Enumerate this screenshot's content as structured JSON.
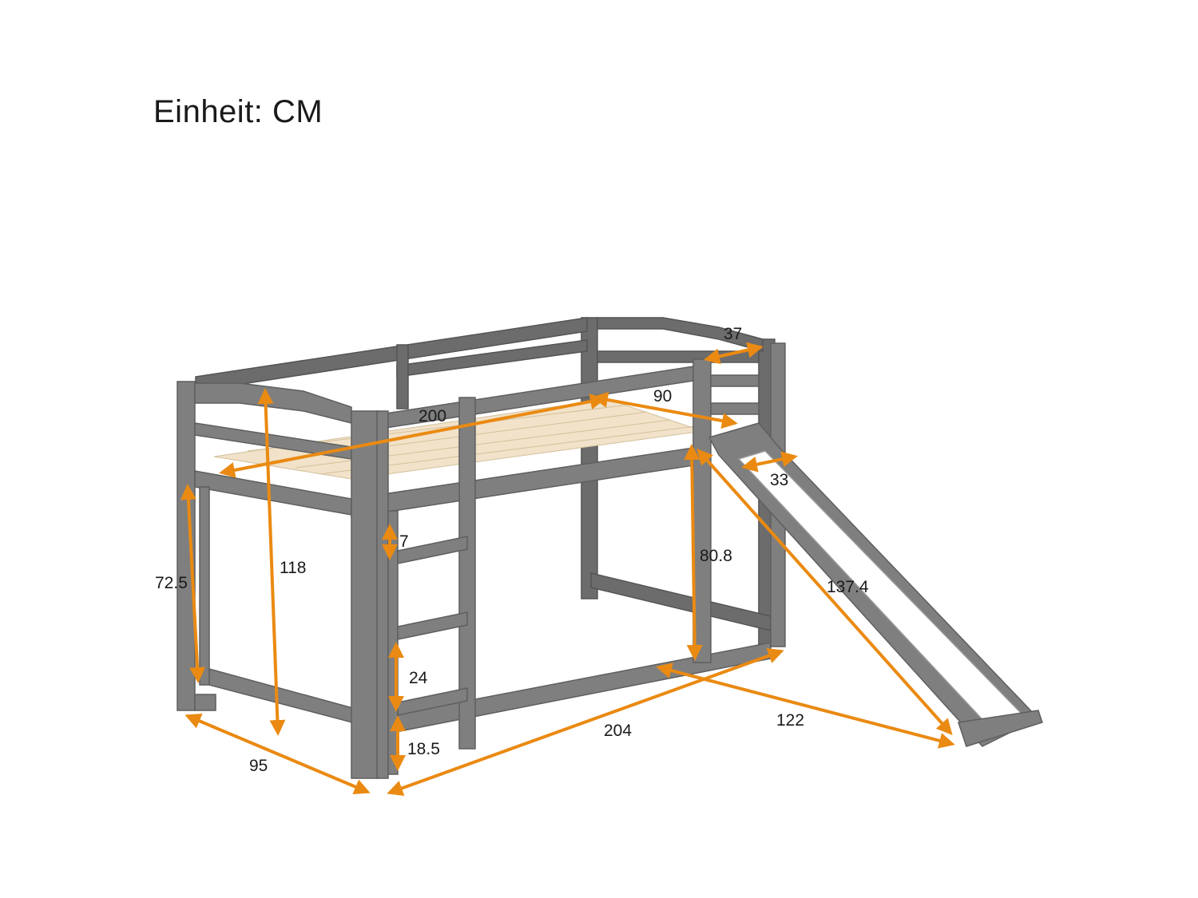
{
  "header": {
    "unit_label": "Einheit: CM"
  },
  "colors": {
    "frame": "#7f7f7f",
    "arrows": "#ea8a12",
    "slats": "#f1e2c9"
  },
  "dimensions": {
    "length_top": "200",
    "width_top": "90",
    "guard_gap": "37",
    "slide_width": "33",
    "slide_length": "137.4",
    "height_total": "118",
    "height_under_bed": "80.8",
    "height_leg": "72.5",
    "ladder_top_gap": "7",
    "ladder_step": "24",
    "ladder_bottom": "18.5",
    "length_bottom": "204",
    "depth_bottom": "95",
    "slide_reach": "122"
  }
}
